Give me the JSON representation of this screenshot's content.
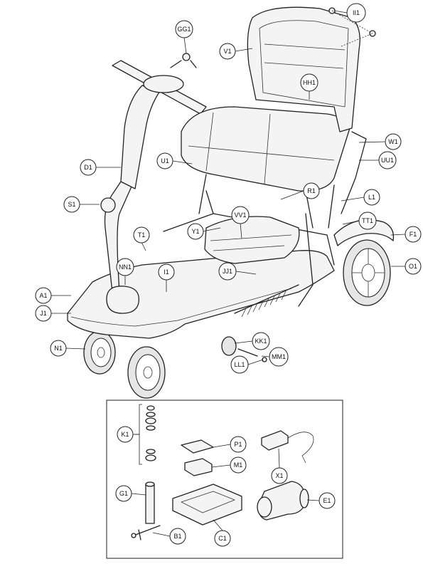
{
  "labels": {
    "II1": "II1",
    "GG1": "GG1",
    "V1": "V1",
    "HH1": "HH1",
    "W1": "W1",
    "D1": "D1",
    "U1": "U1",
    "UU1": "UU1",
    "R1": "R1",
    "L1": "L1",
    "S1": "S1",
    "VV1": "VV1",
    "TT1": "TT1",
    "T1": "T1",
    "Y1": "Y1",
    "F1": "F1",
    "NN1": "NN1",
    "I1": "I1",
    "JJ1": "JJ1",
    "O1": "O1",
    "A1": "A1",
    "J1": "J1",
    "N1": "N1",
    "KK1": "KK1",
    "MM1": "MM1",
    "LL1": "LL1",
    "K1": "K1",
    "P1": "P1",
    "M1": "M1",
    "X1": "X1",
    "G1": "G1",
    "E1": "E1",
    "C1": "C1",
    "B1": "B1"
  }
}
